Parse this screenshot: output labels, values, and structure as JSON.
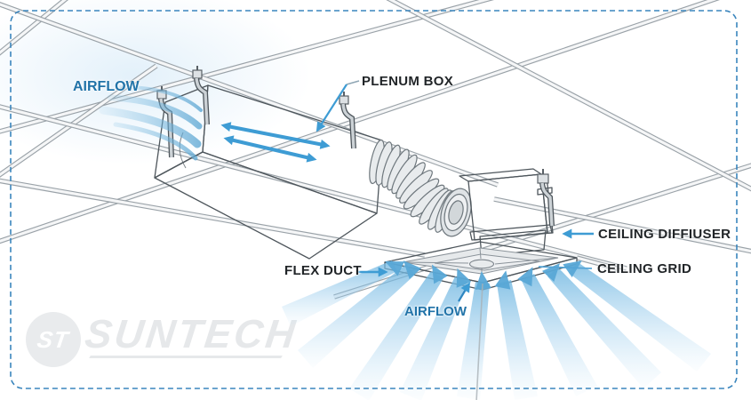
{
  "page": {
    "background": "#ffffff",
    "border_color": "#3a85bd"
  },
  "diagram": {
    "labels": {
      "airflow_top": "AIRFLOW",
      "plenum_box": "PLENUM BOX",
      "ceiling_diffuser": "CEILING DIFFIUSER",
      "ceiling_grid": "CEILING GRID",
      "flex_duct": "FLEX DUCT",
      "airflow_bottom": "AIRFLOW"
    },
    "colors": {
      "label_text": "#212528",
      "airflow_text": "#2173a8",
      "arrow_blue": "#3e9cd4",
      "airflow_stream": "#8fc6e8",
      "metal_light": "#eef0f2",
      "metal_shade": "#c6ccd1",
      "grid_line": "#9aa2a8"
    }
  },
  "watermark": {
    "monogram": "ST",
    "name": "SUNTECH"
  },
  "icons": {
    "leader_arrowhead": "filled triangle",
    "double_arrow": "double-headed straight arrow",
    "fan_arrowhead": "upward filled triangle"
  }
}
